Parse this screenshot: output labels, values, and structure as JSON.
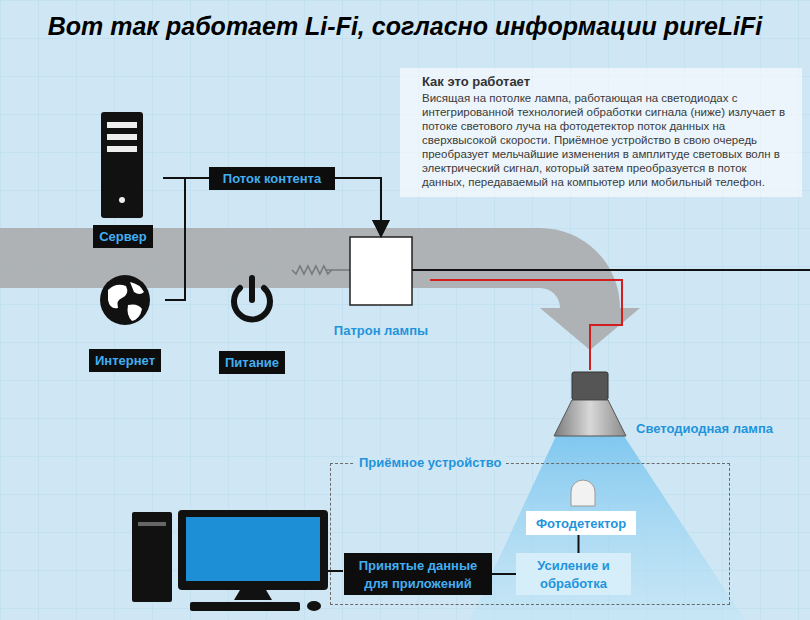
{
  "diagram": {
    "title": "Вот так работает Li-Fi, согласно информации pureLiFi",
    "nodes": [
      {
        "text": [
          "Как это работает",
          "Висящая на потолке лампа, работающая на светодиодах с интегрированной технологией обработки сигнала (ниже) излучает в потоке светового луча на фотодетектор поток данных на сверхвысокой скорости. Приёмное устройство в свою очередь преобразует мельчайшие изменения в амплитуде световых волн в электрический сигнал, который затем преобразуется в поток данных, передаваемый на компьютер или мобильный телефон."
        ]
      },
      {
        "text": [
          "Сервер"
        ]
      },
      {
        "text": [
          "Интернет"
        ]
      },
      {
        "text": [
          "Питание"
        ]
      },
      {
        "text": [
          "Патрон лампы"
        ]
      },
      {
        "text": [
          "Светодиодная лампа"
        ]
      },
      {
        "text": [
          "Приёмное устройство"
        ]
      },
      {
        "text": [
          "Фотодетектор"
        ],
        "in": 6
      },
      {
        "text": [
          "Усиление и обработка"
        ],
        "in": 6
      },
      {
        "text": [
          "Принятые данные для приложений"
        ],
        "in": 6
      }
    ],
    "edges": [
      {
        "from": 1,
        "to": 4,
        "arrow": "to",
        "label": "Поток контента"
      },
      {
        "from": 2,
        "to": 4,
        "arrow": "to"
      },
      {
        "from": 3,
        "to": 4,
        "arrow": "none"
      },
      {
        "from": 4,
        "to": 5,
        "arrow": "none"
      },
      {
        "from": 7,
        "to": 8,
        "arrow": "none"
      },
      {
        "from": 8,
        "to": 9,
        "arrow": "none"
      }
    ]
  }
}
